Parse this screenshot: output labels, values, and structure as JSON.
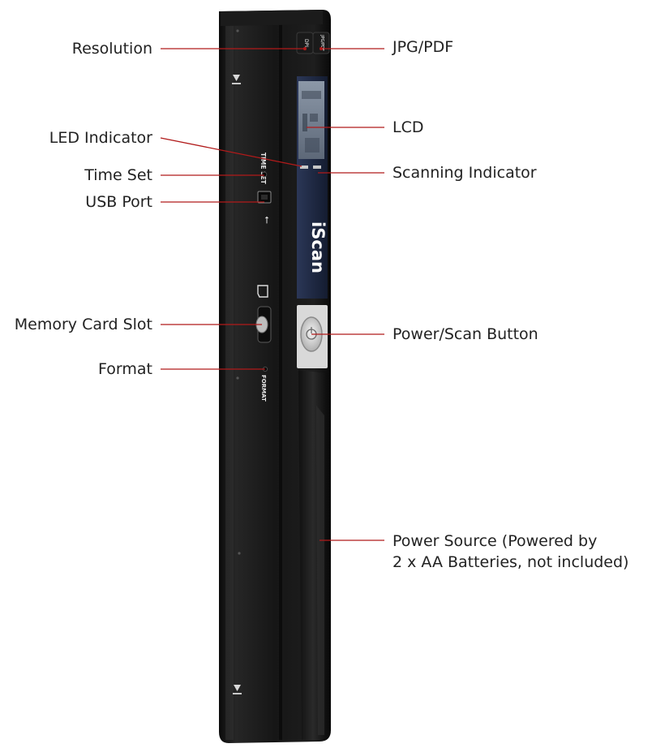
{
  "callouts": {
    "resolution": "Resolution",
    "led_indicator": "LED Indicator",
    "time_set": "Time Set",
    "usb_port": "USB Port",
    "memory_card_slot": "Memory Card Slot",
    "format": "Format",
    "jpg_pdf": "JPG/PDF",
    "lcd": "LCD",
    "scanning_indicator": "Scanning Indicator",
    "power_scan_button": "Power/Scan Button",
    "power_source_line1": "Power Source (Powered by",
    "power_source_line2": "2 x AA Batteries, not included)"
  },
  "device": {
    "brand": "iScan",
    "time_set_print": "TIME SET",
    "format_print": "FORMAT",
    "dpi_button": "DPI",
    "jpg_pdf_button": "JPG/PDF"
  },
  "colors": {
    "leader_line": "#b11a1a",
    "device_body": "#151515",
    "label_panel": "#1f2a44"
  }
}
